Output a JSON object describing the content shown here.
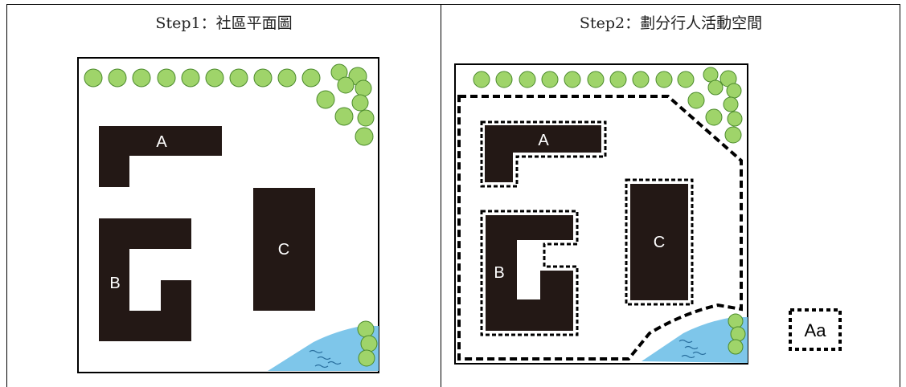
{
  "step1": {
    "title": "Step1：社區平面圖",
    "buildings": {
      "a": "A",
      "b": "B",
      "c": "C"
    }
  },
  "step2": {
    "title": "Step2：劃分行人活動空間",
    "buildings": {
      "a": "A",
      "b": "B",
      "c": "C"
    }
  },
  "legend": {
    "text": "Aa"
  },
  "colors": {
    "building": "#231815",
    "tree_fill": "#9fd46a",
    "tree_stroke": "#4b8a2c",
    "water": "#7ec6ea",
    "border": "#000000"
  }
}
